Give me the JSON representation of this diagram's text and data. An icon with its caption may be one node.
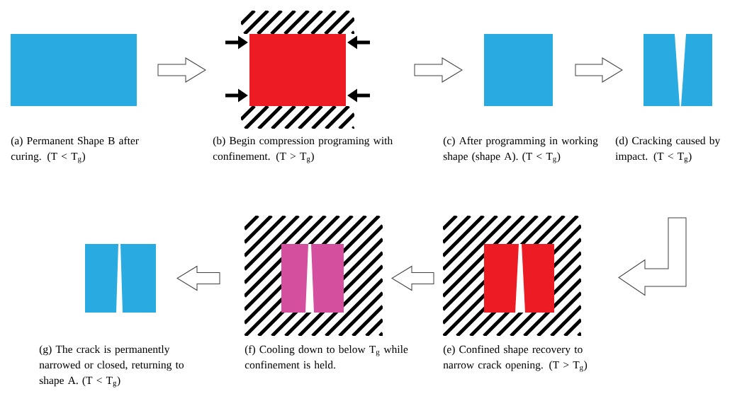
{
  "diagram": {
    "nodes": [
      {
        "text": [],
        "shape": "box",
        "beside": [
          "(a) Permanent Shape B after curing. (T < T$_{g}$)"
        ]
      },
      {
        "text": [],
        "shape": "box",
        "beside": [
          "(b) Begin compression programing with confinement. (T > T$_{g}$)"
        ]
      },
      {
        "text": [],
        "shape": "box",
        "beside": [
          "(c) After programming in working shape (shape A). (T < T$_{g}$)"
        ]
      },
      {
        "text": [],
        "shape": "box",
        "beside": [
          "(d) Cracking caused by impact. (T < T$_{g}$)"
        ]
      },
      {
        "text": [],
        "shape": "box",
        "beside": [
          "(e) Confined shape recovery to narrow crack opening. (T > T$_{g}$)"
        ]
      },
      {
        "text": [],
        "shape": "box",
        "beside": [
          "(f) Cooling down to below T$_{g}$ while confinement is held."
        ]
      },
      {
        "text": [],
        "shape": "box",
        "beside": [
          "(g) The crack is permanently narrowed or closed, returning to shape A. (T < T$_{g}$)"
        ]
      }
    ],
    "edges": [
      {
        "from": 0,
        "to": 1,
        "arrow": "to"
      },
      {
        "from": 1,
        "to": 2,
        "arrow": "to"
      },
      {
        "from": 2,
        "to": 3,
        "arrow": "to"
      },
      {
        "from": 3,
        "to": 4,
        "arrow": "to"
      },
      {
        "from": 4,
        "to": 5,
        "arrow": "to"
      },
      {
        "from": 5,
        "to": 6,
        "arrow": "to"
      }
    ]
  }
}
